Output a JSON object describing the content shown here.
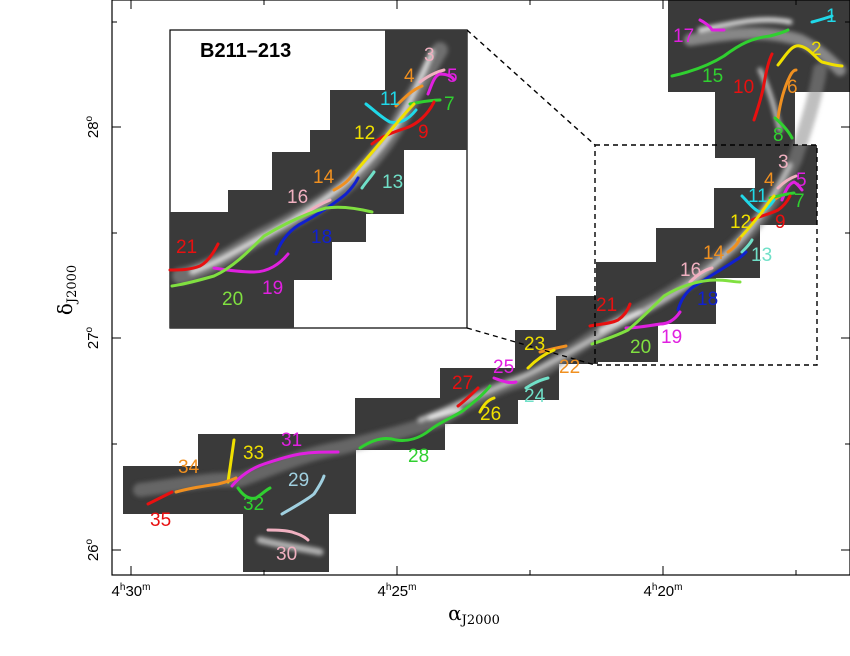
{
  "figure": {
    "inset_title": "B211–213",
    "x_axis_label": {
      "main": "α",
      "sub": "J2000"
    },
    "y_axis_label": {
      "main": "δ",
      "sub": "J2000"
    },
    "x_ticks": [
      {
        "h": "4",
        "m": "30"
      },
      {
        "h": "4",
        "m": "25"
      },
      {
        "h": "4",
        "m": "20"
      }
    ],
    "y_ticks": [
      "28",
      "27",
      "26"
    ],
    "degree_symbol": "o"
  },
  "colors": {
    "red": "#e81010",
    "magenta": "#e020e0",
    "green": "#30d030",
    "yellow": "#f0e000",
    "orange": "#f09020",
    "cyan": "#20d8e8",
    "pink": "#f0b0c0",
    "blue": "#1020d0",
    "aqua": "#70e0c8",
    "lightblue": "#a0d0e0",
    "lime": "#80e040"
  },
  "filaments": [
    {
      "id": "1",
      "label": "1",
      "color": "cyan"
    },
    {
      "id": "2",
      "label": "2",
      "color": "yellow"
    },
    {
      "id": "3",
      "label": "3",
      "color": "pink"
    },
    {
      "id": "4",
      "label": "4",
      "color": "orange"
    },
    {
      "id": "5",
      "label": "5",
      "color": "magenta"
    },
    {
      "id": "6",
      "label": "6",
      "color": "orange"
    },
    {
      "id": "7",
      "label": "7",
      "color": "green"
    },
    {
      "id": "8",
      "label": "8",
      "color": "green"
    },
    {
      "id": "9",
      "label": "9",
      "color": "red"
    },
    {
      "id": "10",
      "label": "10",
      "color": "red"
    },
    {
      "id": "11",
      "label": "11",
      "color": "cyan"
    },
    {
      "id": "12",
      "label": "12",
      "color": "yellow"
    },
    {
      "id": "13",
      "label": "13",
      "color": "aqua"
    },
    {
      "id": "14",
      "label": "14",
      "color": "orange"
    },
    {
      "id": "15",
      "label": "15",
      "color": "green"
    },
    {
      "id": "16",
      "label": "16",
      "color": "pink"
    },
    {
      "id": "17",
      "label": "17",
      "color": "magenta"
    },
    {
      "id": "18",
      "label": "18",
      "color": "blue"
    },
    {
      "id": "19",
      "label": "19",
      "color": "magenta"
    },
    {
      "id": "20",
      "label": "20",
      "color": "lime"
    },
    {
      "id": "21",
      "label": "21",
      "color": "red"
    },
    {
      "id": "22",
      "label": "22",
      "color": "orange"
    },
    {
      "id": "23",
      "label": "23",
      "color": "yellow"
    },
    {
      "id": "24",
      "label": "24",
      "color": "aqua"
    },
    {
      "id": "25",
      "label": "25",
      "color": "magenta"
    },
    {
      "id": "26",
      "label": "26",
      "color": "yellow"
    },
    {
      "id": "27",
      "label": "27",
      "color": "red"
    },
    {
      "id": "28",
      "label": "28",
      "color": "green"
    },
    {
      "id": "29",
      "label": "29",
      "color": "lightblue"
    },
    {
      "id": "30",
      "label": "30",
      "color": "pink"
    },
    {
      "id": "31",
      "label": "31",
      "color": "magenta"
    },
    {
      "id": "32",
      "label": "32",
      "color": "green"
    },
    {
      "id": "33",
      "label": "33",
      "color": "yellow"
    },
    {
      "id": "34",
      "label": "34",
      "color": "orange"
    },
    {
      "id": "35",
      "label": "35",
      "color": "red"
    }
  ]
}
